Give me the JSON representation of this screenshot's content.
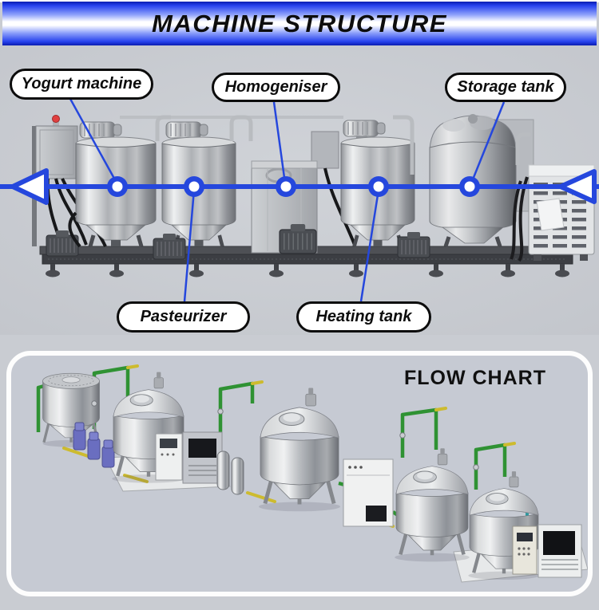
{
  "page": {
    "background": "#c9ccd2",
    "top_strip": "#ffffff"
  },
  "banner": {
    "title": "MACHINE STRUCTURE",
    "text_color": "#0d0d0d",
    "blue": "#2742ee",
    "deep_blue": "#0a1db0"
  },
  "machine_labels": {
    "top": [
      {
        "text": "Yogurt machine"
      },
      {
        "text": "Homogeniser"
      },
      {
        "text": "Storage tank"
      }
    ],
    "bottom": [
      {
        "text": "Pasteurizer"
      },
      {
        "text": "Heating tank"
      }
    ]
  },
  "flow_line": {
    "color": "#2547dd",
    "direction": "right-to-left",
    "node_count": 5,
    "arrow_icons": [
      "left-arrowhead",
      "left-arrowhead"
    ]
  },
  "flow_chart": {
    "title": "FLOW CHART",
    "panel_border": "#ffffff",
    "panel_background": "#c6cad3",
    "pipe_green": "#2f9233",
    "pipe_yellow": "#cdbb2e",
    "pipe_teal": "#2e9aa0",
    "pump_purple": "#6a6ec0"
  }
}
